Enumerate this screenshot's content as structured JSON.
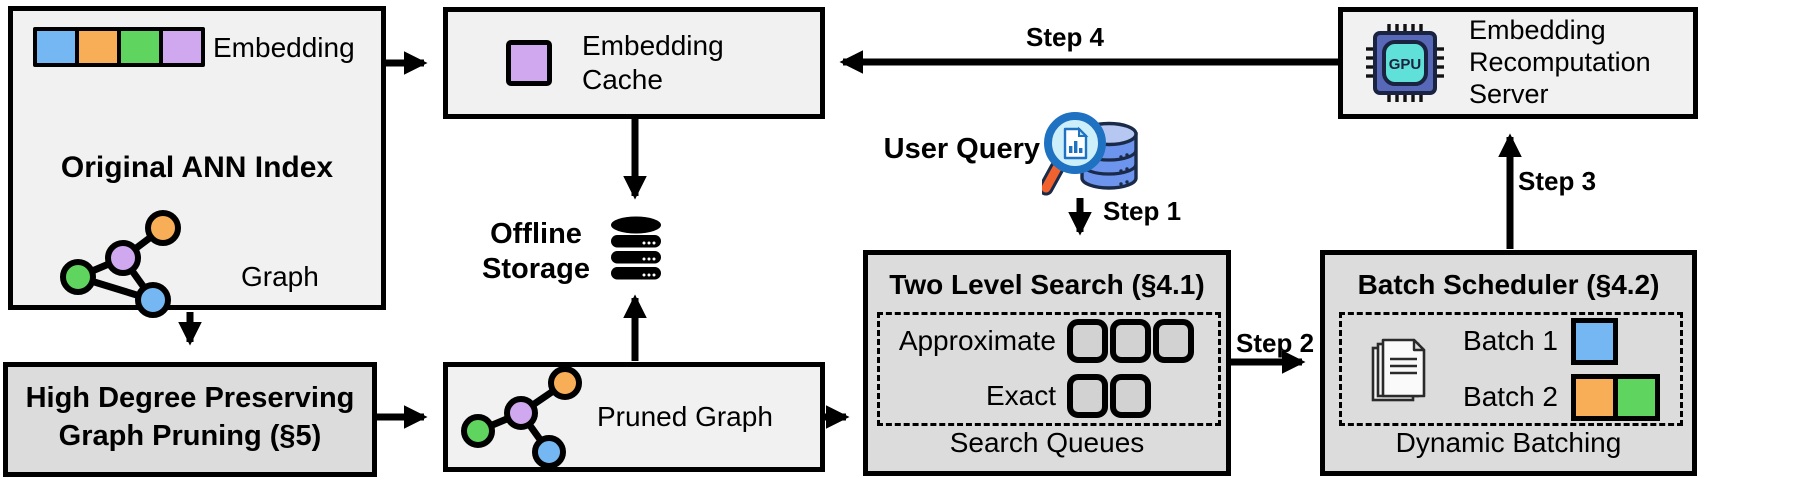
{
  "figure": {
    "description_title": "ANN index embedding recomputation pipeline"
  },
  "colors": {
    "blue": "#74b7f2",
    "orange": "#f7ae56",
    "green": "#5fd45f",
    "purple": "#cfa8ef",
    "box_light": "#f1f1f1",
    "box_dark": "#dcdcdc",
    "slot_fill": "#d2d2d2",
    "line": "#000000",
    "gpu_body": "#5868b8",
    "gpu_screen": "#5fe0d8",
    "gpu_outline": "#1a2340",
    "db_blue": "#6d95ee",
    "db_blue_light": "#b6c7f2",
    "db_outline": "#1a2b4a",
    "lens_fill": "#cdeffa",
    "lens_rim": "#1f71c2",
    "handle_orange": "#f2622e"
  },
  "ann_index": {
    "title": "Original ANN Index",
    "embedding_label": "Embedding",
    "graph_label": "Graph",
    "embedding_cells": [
      "blue",
      "orange",
      "green",
      "purple"
    ]
  },
  "pruning_box": {
    "title": "High Degree Preserving Graph Pruning (§5)"
  },
  "embedding_cache": {
    "title": "Embedding Cache"
  },
  "offline_storage": {
    "label": "Offline Storage"
  },
  "pruned_graph": {
    "label": "Pruned Graph"
  },
  "user_query": {
    "label": "User Query"
  },
  "two_level_search": {
    "title": "Two Level Search (§4.1)",
    "rows": [
      {
        "label": "Approximate",
        "slots": 3
      },
      {
        "label": "Exact",
        "slots": 2
      }
    ],
    "footer": "Search Queues"
  },
  "batch_scheduler": {
    "title": "Batch Scheduler (§4.2)",
    "batches": [
      {
        "label": "Batch 1",
        "colors": [
          "blue"
        ]
      },
      {
        "label": "Batch 2",
        "colors": [
          "orange",
          "green"
        ]
      }
    ],
    "footer": "Dynamic Batching"
  },
  "recomputation_server": {
    "title": "Embedding Recomputation Server",
    "chip_label": "GPU"
  },
  "steps": {
    "step1": "Step 1",
    "step2": "Step 2",
    "step3": "Step 3",
    "step4": "Step 4"
  }
}
